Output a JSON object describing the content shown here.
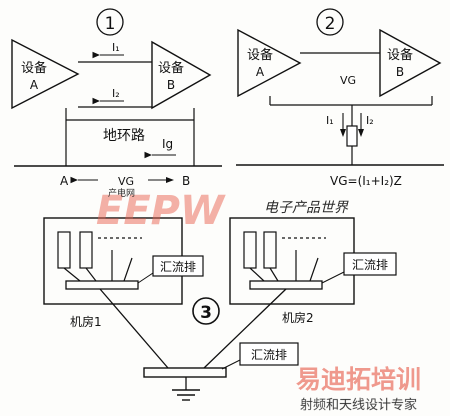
{
  "diagram": {
    "panel1": {
      "number": "1",
      "device_a": {
        "line1": "设备",
        "line2": "A"
      },
      "device_b": {
        "line1": "设备",
        "line2": "B"
      },
      "current_1": "I₁",
      "current_2": "I₂",
      "ground_loop": "地环路",
      "ground_current": "Ig",
      "point_a": "A",
      "point_b": "B",
      "voltage": "VG"
    },
    "panel2": {
      "number": "2",
      "device_a": {
        "line1": "设备",
        "line2": "A"
      },
      "device_b": {
        "line1": "设备",
        "line2": "B"
      },
      "voltage": "VG",
      "current_1": "I₁",
      "current_2": "I₂",
      "formula": "VG=(I₁+I₂)Z"
    },
    "panel3": {
      "number": "3",
      "bus_bar_1": "汇流排",
      "bus_bar_2": "汇流排",
      "bus_bar_main": "汇流排",
      "room_1": "机房1",
      "room_2": "机房2"
    }
  },
  "watermarks": {
    "eepw": "EEPW",
    "eepw_sub": "电子产品世界",
    "eepw_small": "产电网",
    "brand": "易迪拓培训",
    "brand_sub": "射频和天线设计专家"
  },
  "colors": {
    "line": "#111111",
    "watermark_red": "#e8604f",
    "watermark_grey": "#b8b8b8"
  }
}
